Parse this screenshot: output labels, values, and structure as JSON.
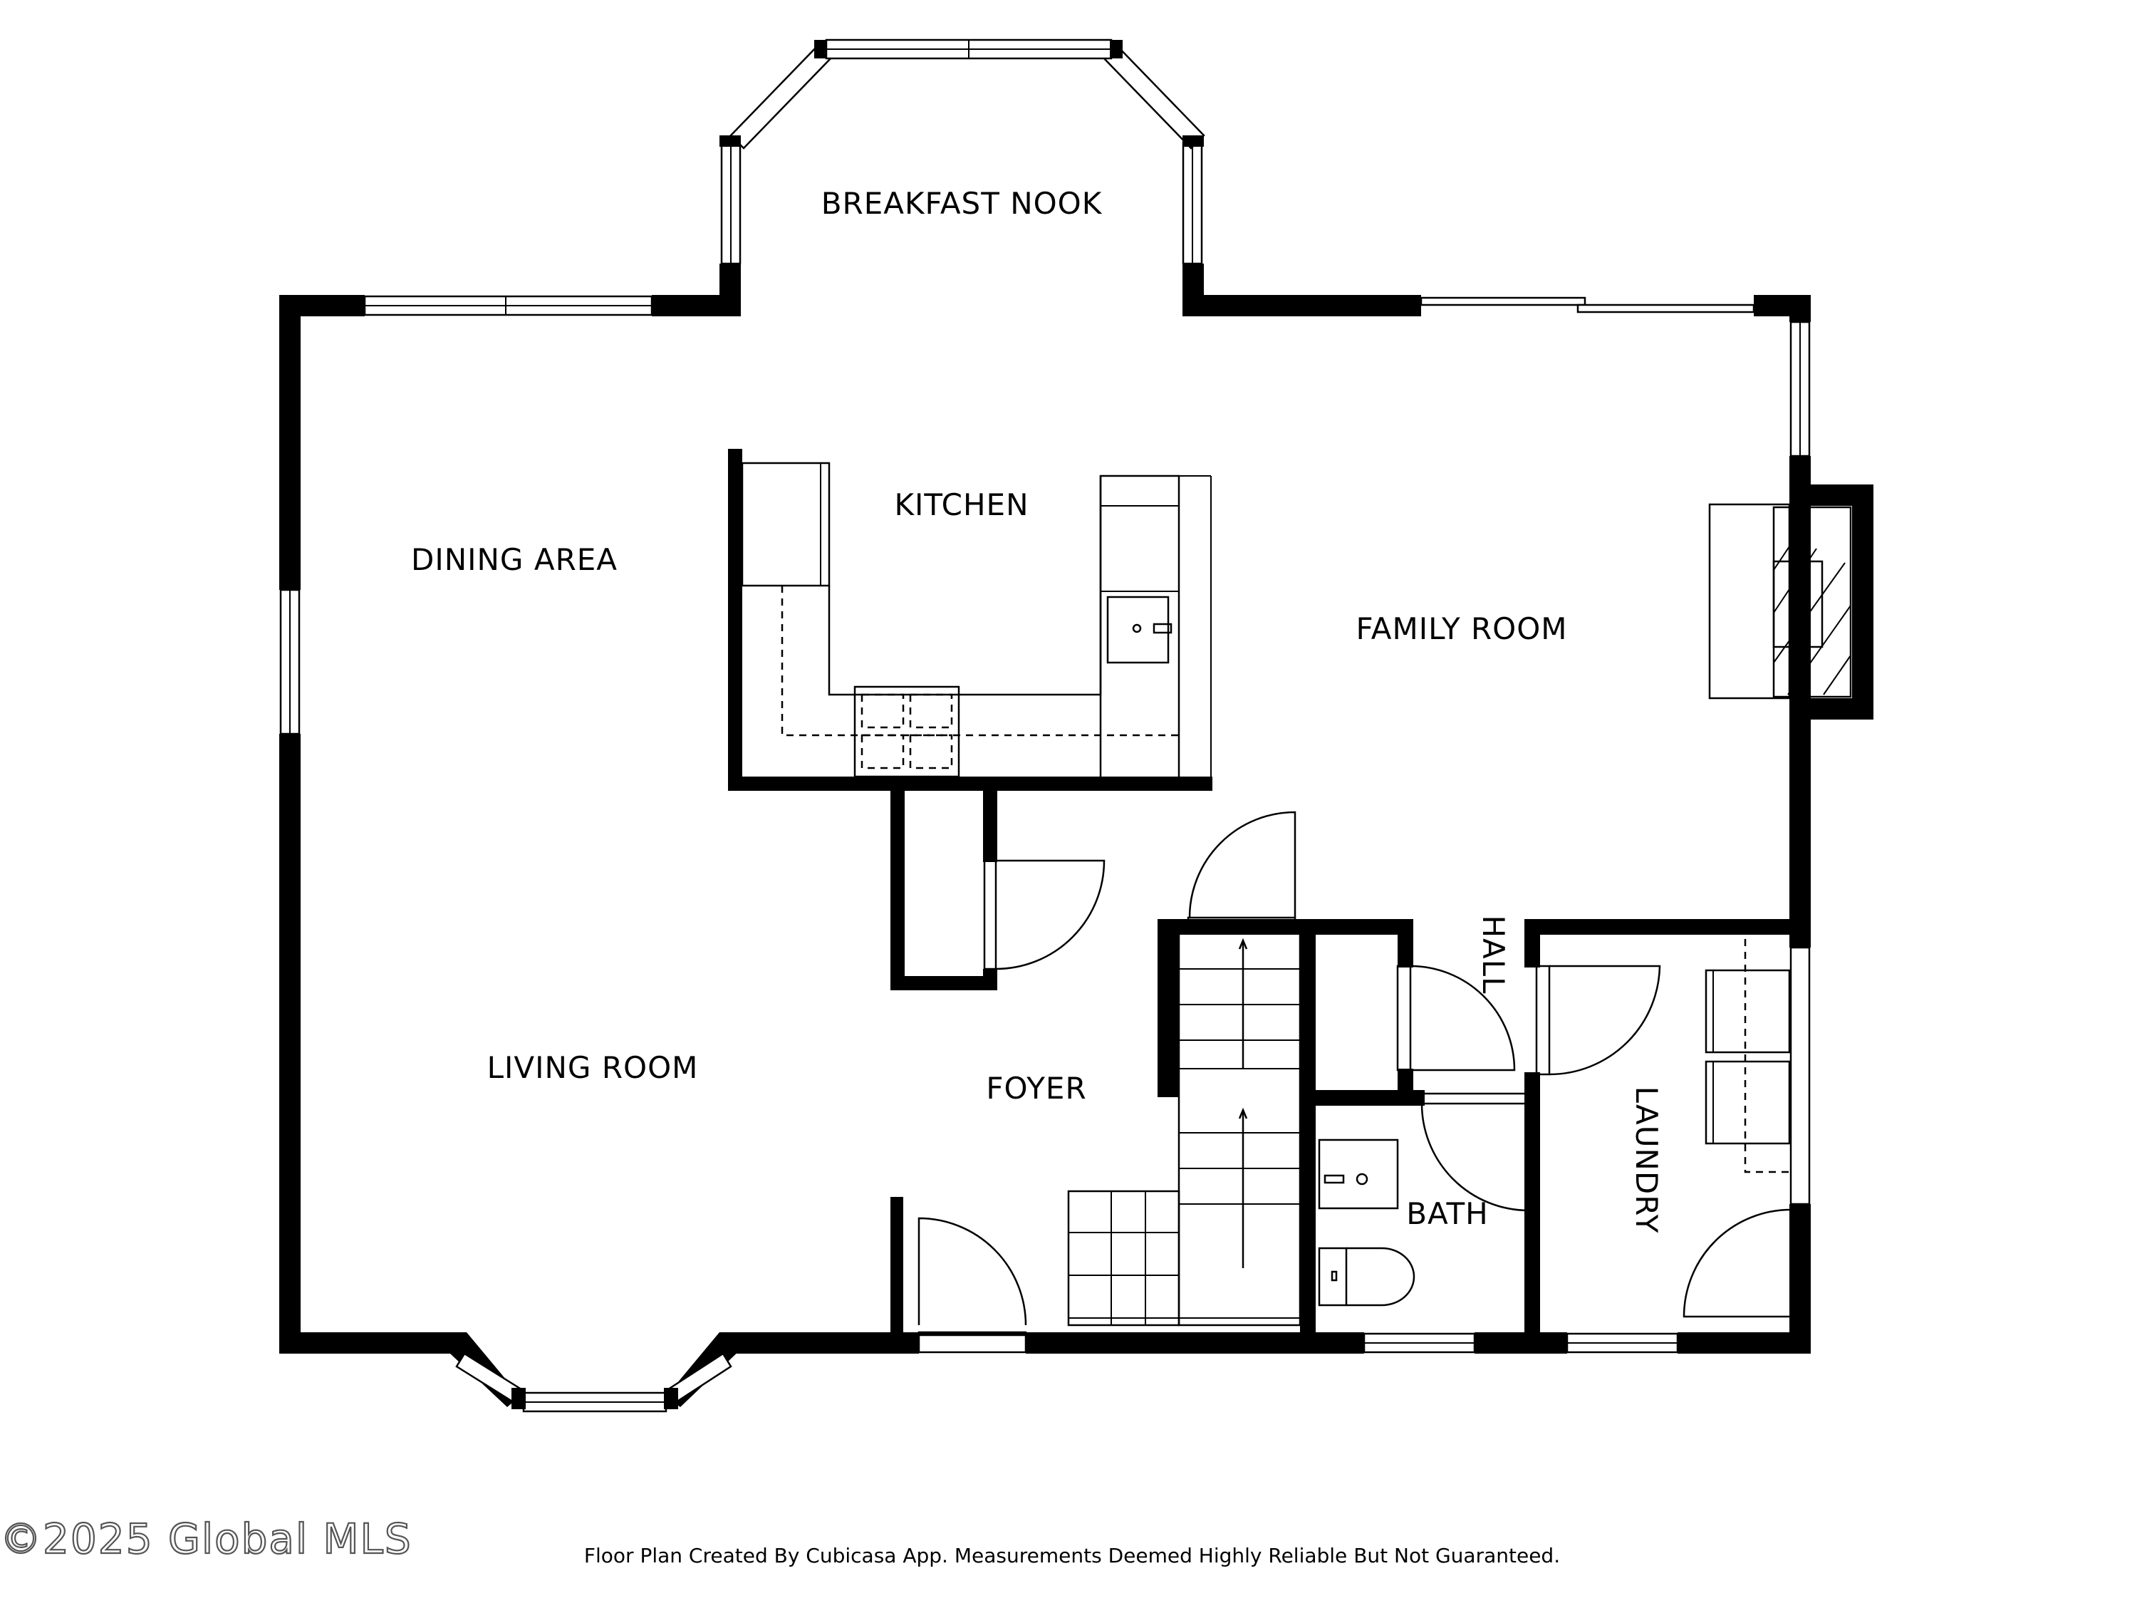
{
  "rooms": {
    "breakfast_nook": "BREAKFAST NOOK",
    "kitchen": "KITCHEN",
    "dining_area": "DINING AREA",
    "family_room": "FAMILY ROOM",
    "living_room": "LIVING ROOM",
    "foyer": "FOYER",
    "hall": "HALL",
    "bath": "BATH",
    "laundry": "LAUNDRY"
  },
  "footer": {
    "disclaimer": "Floor Plan Created By Cubicasa App. Measurements Deemed Highly Reliable But Not Guaranteed.",
    "watermark": "©2025 Global MLS"
  }
}
